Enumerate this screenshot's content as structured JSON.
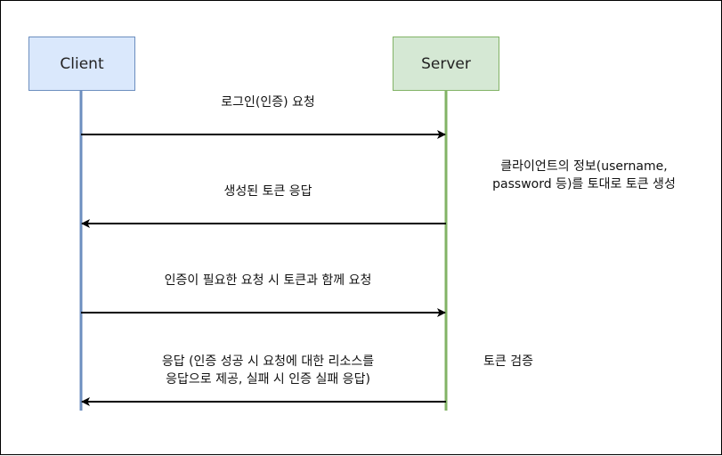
{
  "participants": {
    "client": {
      "label": "Client",
      "fill": "#dae8fc",
      "stroke": "#6c8ebf"
    },
    "server": {
      "label": "Server",
      "fill": "#d5e8d4",
      "stroke": "#82b366"
    }
  },
  "lifeline_colors": {
    "client": "#6c8ebf",
    "server": "#82b366"
  },
  "messages": [
    {
      "label_lines": [
        "로그인(인증) 요청"
      ],
      "direction": "client-to-server"
    },
    {
      "label_lines": [
        "생성된 토큰 응답"
      ],
      "direction": "server-to-client"
    },
    {
      "label_lines": [
        "인증이 필요한 요청 시 토큰과 함께 요청"
      ],
      "direction": "client-to-server"
    },
    {
      "label_lines": [
        "응답 (인증 성공 시 요청에 대한 리소스를",
        "응답으로 제공, 실패 시 인증 실패 응답)"
      ],
      "direction": "server-to-client"
    }
  ],
  "notes": [
    {
      "lines": [
        "클라이언트의 정보(username,",
        "password 등)를 토대로 토큰 생성"
      ]
    },
    {
      "lines": [
        "토큰 검증"
      ]
    }
  ]
}
